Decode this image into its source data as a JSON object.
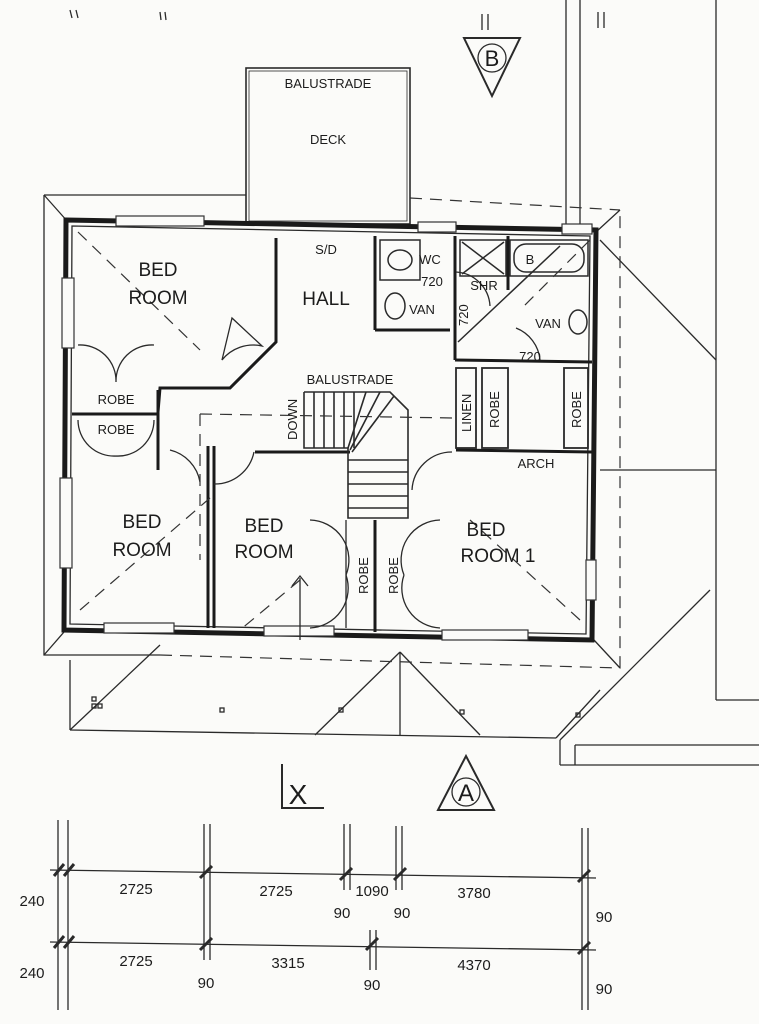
{
  "markers": {
    "b": "B",
    "a": "A",
    "x": "X"
  },
  "rooms": {
    "balustrade_deck": "BALUSTRADE",
    "deck": "DECK",
    "sd": "S/D",
    "hall": "HALL",
    "wc": "WC",
    "shr": "SHR",
    "bath": "B",
    "van_left": "VAN",
    "van_right": "VAN",
    "dim720_wc": "720",
    "dim720_v": "720",
    "dim720_bath": "720",
    "bed_nw_1": "BED",
    "bed_nw_2": "ROOM",
    "robe_nw": "ROBE",
    "robe_w": "ROBE",
    "balustrade_stair": "BALUSTRADE",
    "down": "DOWN",
    "linen": "LINEN",
    "robe_l1": "ROBE",
    "robe_l2": "ROBE",
    "arch": "ARCH",
    "bed_sw_1": "BED",
    "bed_sw_2": "ROOM",
    "bed_mid_1": "BED",
    "bed_mid_2": "ROOM",
    "robe_mid1": "ROBE",
    "robe_mid2": "ROBE",
    "bed_r1_1": "BED",
    "bed_r1_2": "ROOM 1"
  },
  "dimensions": {
    "row1": {
      "left": "240",
      "segments": [
        "2725",
        "2725",
        "1090",
        "3780"
      ],
      "below": [
        "90",
        "90",
        "90"
      ]
    },
    "row2": {
      "left": "240",
      "segments": [
        "2725",
        "3315",
        "4370"
      ],
      "below": [
        "90",
        "90",
        "90"
      ]
    }
  }
}
